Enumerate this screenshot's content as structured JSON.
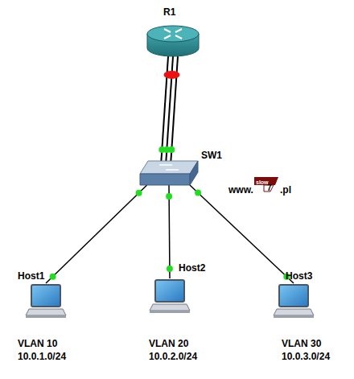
{
  "diagram": {
    "nodes": [
      {
        "text": [
          "R1"
        ]
      },
      {
        "text": [
          "SW1"
        ]
      },
      {
        "text": [
          "Host1",
          "VLAN 10",
          "10.0.1.0/24"
        ]
      },
      {
        "text": [
          "Host2",
          "VLAN 20",
          "10.0.2.0/24"
        ]
      },
      {
        "text": [
          "Host3",
          "VLAN 30",
          "10.0.3.0/24"
        ]
      }
    ],
    "edges": [
      {
        "from": 0,
        "to": 1,
        "arrow": "none"
      },
      {
        "from": 1,
        "to": 2,
        "arrow": "none"
      },
      {
        "from": 1,
        "to": 3,
        "arrow": "none"
      },
      {
        "from": 1,
        "to": 4,
        "arrow": "none"
      }
    ],
    "labels": [
      "www.",
      "slow",
      "7",
      ".pl"
    ]
  }
}
